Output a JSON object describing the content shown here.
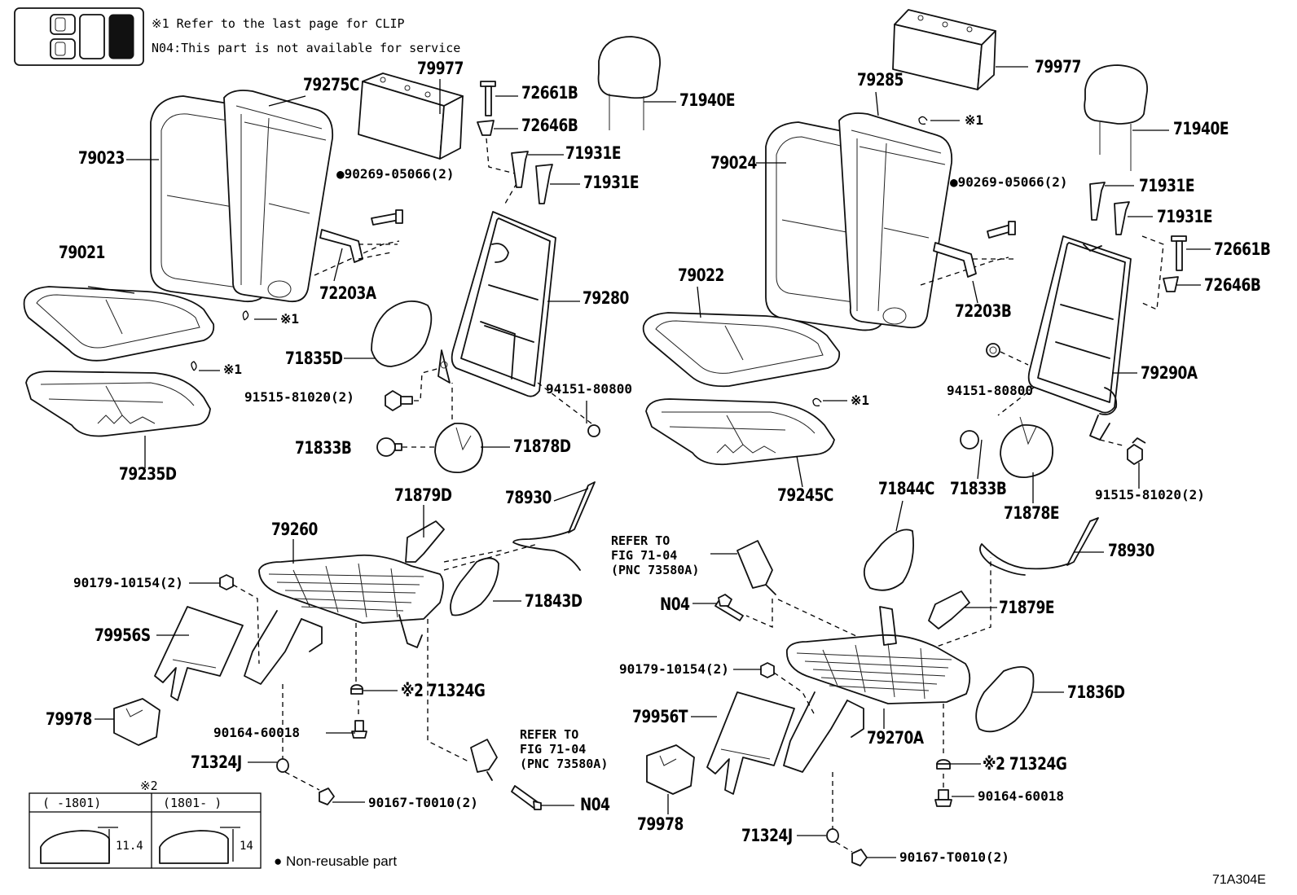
{
  "notes": {
    "clip": "※1  Refer to the last page for CLIP",
    "n04": "N04:This part is not available for service"
  },
  "legend": {
    "non_reusable": "● Non-reusable part",
    "star2": "※2",
    "col1": "(      -1801)",
    "col2": "(1801-       )",
    "dim1": "11.4",
    "dim2": "14"
  },
  "diagram_id": "71A304E",
  "parts": {
    "p79275C": "79275C",
    "p79977L": "79977",
    "p72661BL": "72661B",
    "p72646BL": "72646B",
    "p71940EL": "71940E",
    "p79023": "79023",
    "p71931E1": "71931E",
    "p90269L": "●90269-05066(2)",
    "p71931E2": "71931E",
    "p79021": "79021",
    "p72203A": "72203A",
    "p79280": "79280",
    "pclip1a": "※1",
    "p71835D": "71835D",
    "pclip1b": "※1",
    "p91515L": "91515-81020(2)",
    "p94151L": "94151-80800",
    "p79235D": "79235D",
    "p71833BL": "71833B",
    "p71878D": "71878D",
    "p71879D": "71879D",
    "p78930L": "78930",
    "p79260": "79260",
    "p90179L": "90179-10154(2)",
    "p71843D": "71843D",
    "p79956S": "79956S",
    "p71324GL": "※2 71324G",
    "p79978L": "79978",
    "p90164L": "90164-60018",
    "p71324J_L": "71324J",
    "p90167L": "90167-T0010(2)",
    "pN04L": "N04",
    "p79285": "79285",
    "p79977R": "79977",
    "pclip1c": "※1",
    "p71940ER": "71940E",
    "p79024": "79024",
    "p90269R": "●90269-05066(2)",
    "p71931E3": "71931E",
    "p71931E4": "71931E",
    "p72661BR": "72661B",
    "p79022": "79022",
    "p72646BR": "72646B",
    "p72203B": "72203B",
    "p79290A": "79290A",
    "p94151R": "94151-80800",
    "pclip1d": "※1",
    "p71833BR": "71833B",
    "p79245C": "79245C",
    "p91515R": "91515-81020(2)",
    "p71878E": "71878E",
    "p71844C": "71844C",
    "p78930R": "78930",
    "pN04R": "N04",
    "p71879E": "71879E",
    "p90179R": "90179-10154(2)",
    "p71836D": "71836D",
    "p79956T": "79956T",
    "p79270A": "79270A",
    "p71324GR": "※2 71324G",
    "p90164R": "90164-60018",
    "p79978R": "79978",
    "p71324J_R": "71324J",
    "p90167R": "90167-T0010(2)"
  },
  "refs": {
    "left": "REFER TO\nFIG 71-04\n(PNC 73580A)",
    "right": "REFER TO\nFIG 71-04\n(PNC 73580A)"
  }
}
